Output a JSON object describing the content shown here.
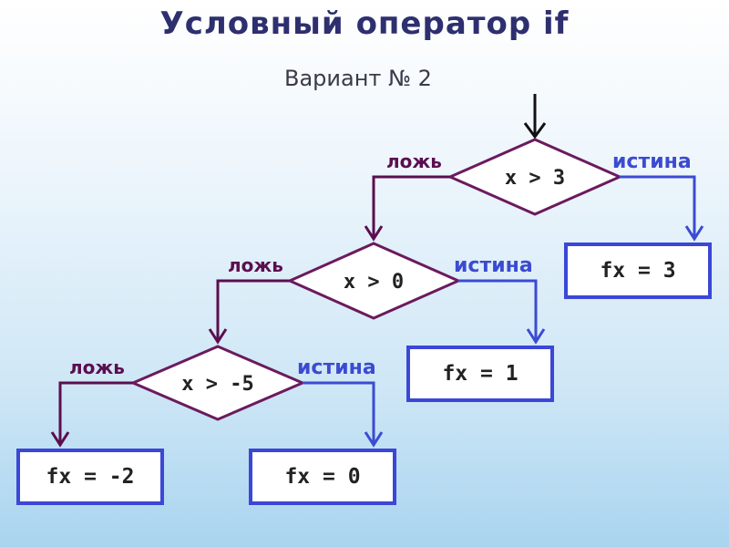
{
  "title": "Условный оператор if",
  "subtitle": "Вариант № 2",
  "diamonds": [
    {
      "id": "d1",
      "condition": "x > 3",
      "false_label": "ложь",
      "true_label": "истина"
    },
    {
      "id": "d2",
      "condition": "x > 0",
      "false_label": "ложь",
      "true_label": "истина"
    },
    {
      "id": "d3",
      "condition": "x > -5",
      "false_label": "ложь",
      "true_label": "истина"
    }
  ],
  "boxes": [
    {
      "id": "b3",
      "text": "fx = 3"
    },
    {
      "id": "b1",
      "text": "fx = 1"
    },
    {
      "id": "b0",
      "text": "fx = 0"
    },
    {
      "id": "bm2",
      "text": "fx = -2"
    }
  ],
  "colors": {
    "title": "#2e2f6f",
    "false_branch": "#5b0e4f",
    "true_branch": "#3b4bd1",
    "box_border": "#3b47d6",
    "diamond_border": "#6b1a5e"
  }
}
